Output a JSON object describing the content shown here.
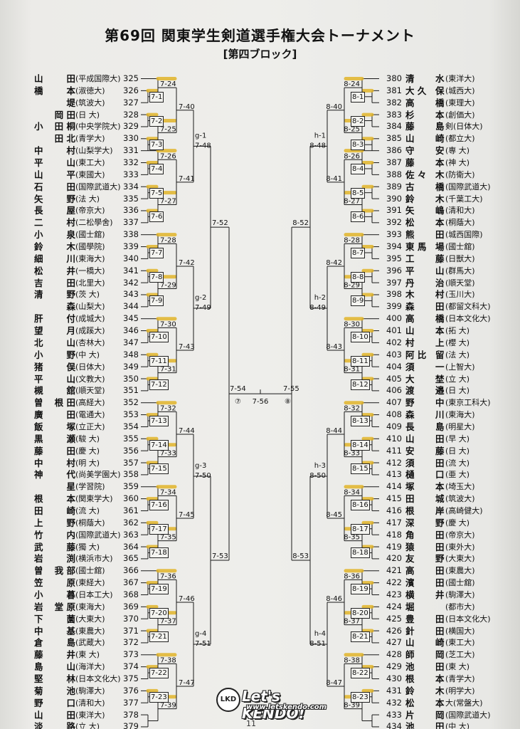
{
  "header": {
    "title": "第69回 関東学生剣道選手権大会トーナメント",
    "block": "[第四ブロック]"
  },
  "left": [
    {
      "n": 325,
      "s": "山",
      "g": "田",
      "a": "(平成国際大)"
    },
    {
      "n": 326,
      "s": "橋",
      "g": "本",
      "a": "(淑徳大)"
    },
    {
      "n": 327,
      "s": "",
      "g": "堤",
      "a": "(筑波大)"
    },
    {
      "n": 328,
      "s": "",
      "g": "岡 田",
      "a": "(日 大)"
    },
    {
      "n": 329,
      "s": "小",
      "g": "田 桐",
      "a": "(中央学院大)"
    },
    {
      "n": 330,
      "s": "",
      "g": "田 北",
      "a": "(青学大)"
    },
    {
      "n": 331,
      "s": "中",
      "g": "村",
      "a": "(山梨学大)"
    },
    {
      "n": 332,
      "s": "平",
      "g": "山",
      "a": "(東工大)"
    },
    {
      "n": 333,
      "s": "山",
      "g": "平",
      "a": "(東國大)"
    },
    {
      "n": 334,
      "s": "石",
      "g": "田",
      "a": "(国際武道大)"
    },
    {
      "n": 335,
      "s": "矢",
      "g": "野",
      "a": "(法 大)"
    },
    {
      "n": 336,
      "s": "長",
      "g": "屋",
      "a": "(帝京大)"
    },
    {
      "n": 337,
      "s": "二",
      "g": "村",
      "a": "(二松學舍)"
    },
    {
      "n": 338,
      "s": "小",
      "g": "泉",
      "a": "(國士舘)"
    },
    {
      "n": 339,
      "s": "鈴",
      "g": "木",
      "a": "(國學院)"
    },
    {
      "n": 340,
      "s": "細",
      "g": "川",
      "a": "(東海大)"
    },
    {
      "n": 341,
      "s": "松",
      "g": "井",
      "a": "(一橋大)"
    },
    {
      "n": 342,
      "s": "吉",
      "g": "田",
      "a": "(北里大)"
    },
    {
      "n": 343,
      "s": "清",
      "g": "野",
      "a": "(茨 大)"
    },
    {
      "n": 344,
      "s": "",
      "g": "森",
      "a": "(山梨大)"
    },
    {
      "n": 345,
      "s": "肝",
      "g": "付",
      "a": "(成城大)"
    },
    {
      "n": 346,
      "s": "望",
      "g": "月",
      "a": "(成蹊大)"
    },
    {
      "n": 347,
      "s": "北",
      "g": "山",
      "a": "(杏林大)"
    },
    {
      "n": 348,
      "s": "小",
      "g": "野",
      "a": "(中 大)"
    },
    {
      "n": 349,
      "s": "猪",
      "g": "俣",
      "a": "(日体大)"
    },
    {
      "n": 350,
      "s": "平",
      "g": "山",
      "a": "(文教大)"
    },
    {
      "n": 351,
      "s": "槻",
      "g": "舘",
      "a": "(順天堂)"
    },
    {
      "n": 352,
      "s": "曽",
      "g": "根 田",
      "a": "(高経大)"
    },
    {
      "n": 353,
      "s": "廣",
      "g": "田",
      "a": "(電通大)"
    },
    {
      "n": 354,
      "s": "飯",
      "g": "塚",
      "a": "(立正大)"
    },
    {
      "n": 355,
      "s": "黒",
      "g": "瀬",
      "a": "(駿 大)"
    },
    {
      "n": 356,
      "s": "藤",
      "g": "田",
      "a": "(慶 大)"
    },
    {
      "n": 357,
      "s": "中",
      "g": "村",
      "a": "(明 大)"
    },
    {
      "n": 358,
      "s": "神",
      "g": "代",
      "a": "(尚美学園大)"
    },
    {
      "n": 359,
      "s": "",
      "g": "星",
      "a": "(学習院)"
    },
    {
      "n": 360,
      "s": "根",
      "g": "本",
      "a": "(関東学大)"
    },
    {
      "n": 361,
      "s": "田",
      "g": "崎",
      "a": "(流 大)"
    },
    {
      "n": 362,
      "s": "上",
      "g": "野",
      "a": "(桐蔭大)"
    },
    {
      "n": 363,
      "s": "竹",
      "g": "内",
      "a": "(国際武道大)"
    },
    {
      "n": 364,
      "s": "武",
      "g": "藤",
      "a": "(獨 大)"
    },
    {
      "n": 365,
      "s": "岩",
      "g": "渕",
      "a": "(横浜市大)"
    },
    {
      "n": 366,
      "s": "曽",
      "g": "我 部",
      "a": "(國士舘)"
    },
    {
      "n": 367,
      "s": "笠",
      "g": "原",
      "a": "(東経大)"
    },
    {
      "n": 368,
      "s": "小",
      "g": "暮",
      "a": "(日本工大)"
    },
    {
      "n": 369,
      "s": "岩",
      "g": "堂 原",
      "a": "(東海大)"
    },
    {
      "n": 370,
      "s": "下",
      "g": "薗",
      "a": "(大東大)"
    },
    {
      "n": 371,
      "s": "中",
      "g": "基",
      "a": "(東農大)"
    },
    {
      "n": 372,
      "s": "倉",
      "g": "島",
      "a": "(武蔵大)"
    },
    {
      "n": 373,
      "s": "藤",
      "g": "井",
      "a": "(東 大)"
    },
    {
      "n": 374,
      "s": "島",
      "g": "山",
      "a": "(海洋大)"
    },
    {
      "n": 375,
      "s": "堅",
      "g": "林",
      "a": "(日本文化大)"
    },
    {
      "n": 376,
      "s": "菊",
      "g": "池",
      "a": "(駒澤大)"
    },
    {
      "n": 377,
      "s": "野",
      "g": "口",
      "a": "(清和大)"
    },
    {
      "n": 378,
      "s": "山",
      "g": "田",
      "a": "(東洋大)"
    },
    {
      "n": 379,
      "s": "淡",
      "g": "路",
      "a": "(立 大)"
    }
  ],
  "right": [
    {
      "n": 380,
      "s": "清",
      "g": "水",
      "a": "(東洋大)"
    },
    {
      "n": 381,
      "s": "大 久",
      "g": "保",
      "a": "(城西大)"
    },
    {
      "n": 382,
      "s": "高",
      "g": "橋",
      "a": "(東理大)"
    },
    {
      "n": 383,
      "s": "杉",
      "g": "本",
      "a": "(創価大)"
    },
    {
      "n": 384,
      "s": "藤",
      "g": "島",
      "a": "剣(日体大)"
    },
    {
      "n": 385,
      "s": "山",
      "g": "崎",
      "a": "(都立大)"
    },
    {
      "n": 386,
      "s": "守",
      "g": "安",
      "a": "(専 大)"
    },
    {
      "n": 387,
      "s": "藤",
      "g": "本",
      "a": "(神 大)"
    },
    {
      "n": 388,
      "s": "佐 々",
      "g": "木",
      "a": "(防衛大)"
    },
    {
      "n": 389,
      "s": "古",
      "g": "橋",
      "a": "(国際武道大)"
    },
    {
      "n": 390,
      "s": "鈴",
      "g": "木",
      "a": "(千葉工大)"
    },
    {
      "n": 391,
      "s": "矢",
      "g": "嶋",
      "a": "(清和大)"
    },
    {
      "n": 392,
      "s": "松",
      "g": "本",
      "a": "(桐蔭大)"
    },
    {
      "n": 393,
      "s": "熊",
      "g": "田",
      "a": "(城西国際)"
    },
    {
      "n": 394,
      "s": "東 馬",
      "g": "場",
      "a": "(國士舘)"
    },
    {
      "n": 395,
      "s": "工",
      "g": "藤",
      "a": "(日獣大)"
    },
    {
      "n": 396,
      "s": "平",
      "g": "山",
      "a": "(群馬大)"
    },
    {
      "n": 397,
      "s": "丹",
      "g": "治",
      "a": "(順天堂)"
    },
    {
      "n": 398,
      "s": "木",
      "g": "村",
      "a": "(玉川大)"
    },
    {
      "n": 399,
      "s": "森",
      "g": "田",
      "a": "(都留文科大)"
    },
    {
      "n": 400,
      "s": "高",
      "g": "橋",
      "a": "(日本文化大)"
    },
    {
      "n": 401,
      "s": "山",
      "g": "本",
      "a": "(拓 大)"
    },
    {
      "n": 402,
      "s": "村",
      "g": "上",
      "a": "(櫻 大)"
    },
    {
      "n": 403,
      "s": "阿 比",
      "g": "留",
      "a": "(法 大)"
    },
    {
      "n": 404,
      "s": "須",
      "g": "一",
      "a": "(上智大)"
    },
    {
      "n": 405,
      "s": "大",
      "g": "埜",
      "a": "(立 大)"
    },
    {
      "n": 406,
      "s": "渡",
      "g": "邉",
      "a": "(日 大)"
    },
    {
      "n": 407,
      "s": "野",
      "g": "中",
      "a": "(東京工科大)"
    },
    {
      "n": 408,
      "s": "森",
      "g": "川",
      "a": "(東海大)"
    },
    {
      "n": 409,
      "s": "長",
      "g": "島",
      "a": "(明星大)"
    },
    {
      "n": 410,
      "s": "山",
      "g": "田",
      "a": "(早 大)"
    },
    {
      "n": 411,
      "s": "安",
      "g": "藤",
      "a": "(日 大)"
    },
    {
      "n": 412,
      "s": "須",
      "g": "田",
      "a": "(流 大)"
    },
    {
      "n": 413,
      "s": "樋",
      "g": "口",
      "a": "(亜 大)"
    },
    {
      "n": 414,
      "s": "塚",
      "g": "本",
      "a": "(埼玉大)"
    },
    {
      "n": 415,
      "s": "田",
      "g": "城",
      "a": "(筑波大)"
    },
    {
      "n": 416,
      "s": "根",
      "g": "岸",
      "a": "(高崎健大)"
    },
    {
      "n": 417,
      "s": "深",
      "g": "野",
      "a": "(慶 大)"
    },
    {
      "n": 418,
      "s": "角",
      "g": "田",
      "a": "(帝京大)"
    },
    {
      "n": 419,
      "s": "猿",
      "g": "田",
      "a": "(東外大)"
    },
    {
      "n": 420,
      "s": "友",
      "g": "野",
      "a": "(大東大)"
    },
    {
      "n": 421,
      "s": "高",
      "g": "田",
      "a": "(東農大)"
    },
    {
      "n": 422,
      "s": "濱",
      "g": "田",
      "a": "(國士舘)"
    },
    {
      "n": 423,
      "s": "横",
      "g": "井",
      "a": "(駒澤大)"
    },
    {
      "n": 424,
      "s": "堀",
      "g": "",
      "a": "(都市大)"
    },
    {
      "n": 425,
      "s": "豊",
      "g": "田",
      "a": "(日本文化大)"
    },
    {
      "n": 426,
      "s": "針",
      "g": "田",
      "a": "(横国大)"
    },
    {
      "n": 427,
      "s": "山",
      "g": "崎",
      "a": "(東工大)"
    },
    {
      "n": 428,
      "s": "師",
      "g": "岡",
      "a": "(芝工大)"
    },
    {
      "n": 429,
      "s": "池",
      "g": "田",
      "a": "(東 大)"
    },
    {
      "n": 430,
      "s": "根",
      "g": "本",
      "a": "(青学大)"
    },
    {
      "n": 431,
      "s": "鈴",
      "g": "木",
      "a": "(明学大)"
    },
    {
      "n": 432,
      "s": "松",
      "g": "本",
      "a": "大(常盤大)"
    },
    {
      "n": 433,
      "s": "片",
      "g": "岡",
      "a": "(国際武道大)"
    },
    {
      "n": 434,
      "s": "池",
      "g": "田",
      "a": "(中 大)"
    }
  ],
  "matches": {
    "r1_left": [
      "7-1",
      "7-2",
      "7-3",
      "7-4",
      "7-5",
      "7-6",
      "7-7",
      "7-8",
      "7-9",
      "7-10",
      "7-11",
      "7-12",
      "7-13",
      "7-14",
      "7-15",
      "7-16",
      "7-17",
      "7-18",
      "7-19",
      "7-20",
      "7-21",
      "7-22",
      "7-23"
    ],
    "r2_left": [
      "7-24",
      "7-25",
      "7-26",
      "7-27",
      "7-28",
      "7-29",
      "7-30",
      "7-31",
      "7-32",
      "7-33",
      "7-34",
      "7-35",
      "7-36",
      "7-37",
      "7-38",
      "7-39"
    ],
    "r3_left": [
      "7-40",
      "7-41",
      "7-42",
      "7-43",
      "7-44",
      "7-45",
      "7-46",
      "7-47"
    ],
    "r4_left": [
      "7-48",
      "7-49",
      "7-50",
      "7-51"
    ],
    "r4_left_tags": [
      "g-1",
      "g-2",
      "g-3",
      "g-4"
    ],
    "r5_left": [
      "7-52",
      "7-53"
    ],
    "semi_left": "7-54",
    "semi_left_tag": "⑦",
    "final": "7-56",
    "semi_right": "7-55",
    "semi_right_tag": "⑧",
    "r1_right": [
      "8-1",
      "8-2",
      "8-3",
      "8-4",
      "8-5",
      "8-6",
      "8-7",
      "8-8",
      "8-9",
      "8-10",
      "8-11",
      "8-12",
      "8-13",
      "8-14",
      "8-15",
      "8-16",
      "8-17",
      "8-18",
      "8-19",
      "8-20",
      "8-21",
      "8-22",
      "8-23"
    ],
    "r2_right": [
      "8-24",
      "8-25",
      "8-26",
      "8-27",
      "8-28",
      "8-29",
      "8-30",
      "8-31",
      "8-32",
      "8-33",
      "8-34",
      "8-35",
      "8-36",
      "8-37",
      "8-38",
      "8-39"
    ],
    "r3_right": [
      "8-40",
      "8-41",
      "8-42",
      "8-43",
      "8-44",
      "8-45",
      "8-46",
      "8-47"
    ],
    "r4_right": [
      "8-48",
      "8-49",
      "8-50",
      "8-51"
    ],
    "r4_right_tags": [
      "h-1",
      "h-2",
      "h-3",
      "h-4"
    ],
    "r5_right": [
      "8-52",
      "8-53"
    ]
  },
  "logo": {
    "text": "Let's KENDO!",
    "url": "www.letskendo.com",
    "mark": "LKD"
  },
  "page_number": "11",
  "highlight_color": "#e2b52a"
}
